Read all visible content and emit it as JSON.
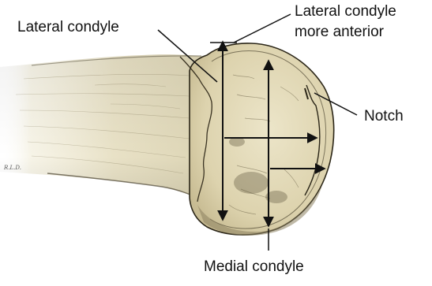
{
  "labels": {
    "lateral_condyle": "Lateral condyle",
    "lateral_condyle_anterior_line1": "Lateral condyle",
    "lateral_condyle_anterior_line2": "more anterior",
    "notch": "Notch",
    "medial_condyle": "Medial condyle"
  },
  "illustrator_signature": "R.L.D.",
  "colors": {
    "bone_light": "#efe9d3",
    "bone_mid": "#ddd5b5",
    "bone_shadow": "#a89d78",
    "ink": "#1a1a1a"
  }
}
